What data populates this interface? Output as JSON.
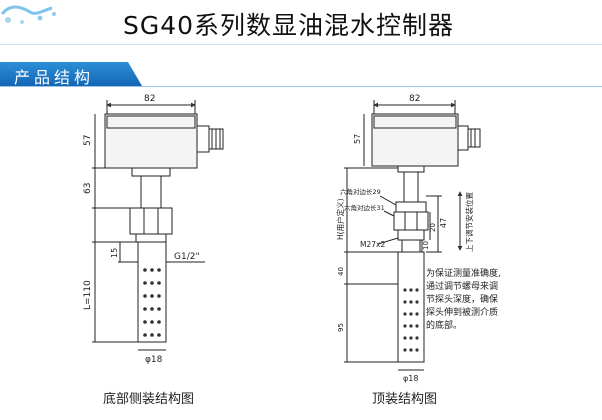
{
  "page": {
    "title": "SG40系列数显油混水控制器",
    "section": "产品结构"
  },
  "left_drawing": {
    "caption": "底部侧装结构图",
    "dim_width": "82",
    "dim_top": "57",
    "dim_mid": "63",
    "dim_small": "15",
    "dim_length": "L=110",
    "thread": "G1/2\"",
    "diameter": "φ18"
  },
  "right_drawing": {
    "caption": "顶装结构图",
    "dim_width": "82",
    "dim_top": "57",
    "hex29": "六角对边长29",
    "hex31": "六角对边长31",
    "thread": "M27x2",
    "dim_47": "47",
    "dim_20": "20",
    "dim_10": "10",
    "user_defined": "H(用户定义)",
    "updown": "上下调节安装位置",
    "dim_40": "40",
    "dim_95": "95",
    "diameter": "φ18",
    "note": [
      "为保证测量准确度,",
      "通过调节螺母来调",
      "节探头深度，确保",
      "探头伸到被测介质",
      "的底部。"
    ]
  }
}
